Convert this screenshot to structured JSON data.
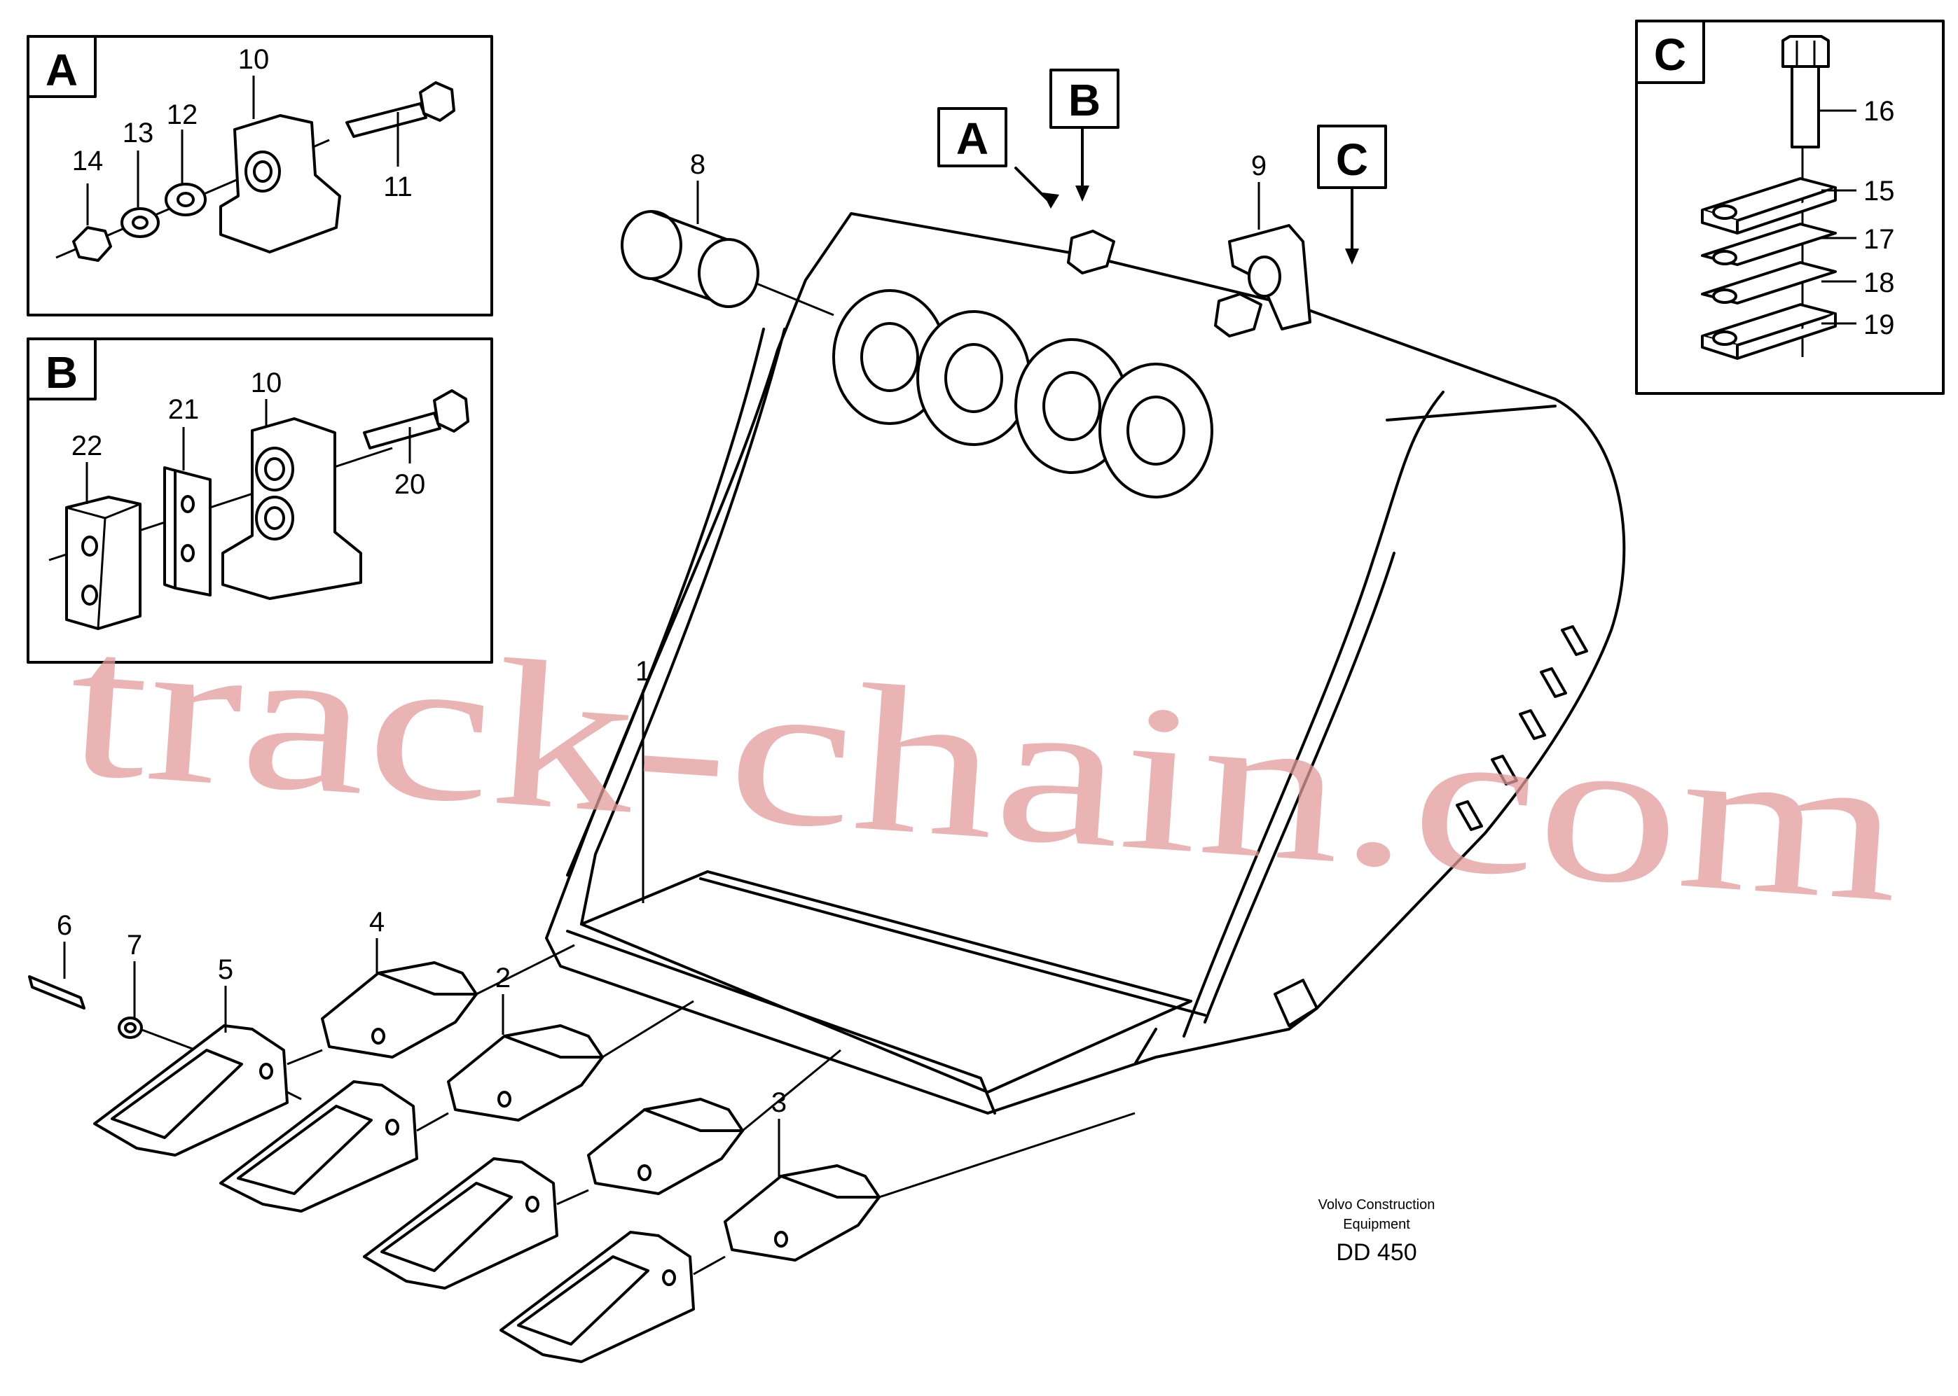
{
  "watermark": "track-chain.com",
  "caption": {
    "line1": "Volvo Construction",
    "line2": "Equipment",
    "code": "DD 450"
  },
  "detail_boxes": {
    "A": "A",
    "B": "B",
    "C": "C"
  },
  "callout_markers": {
    "A": "A",
    "B": "B",
    "C": "C"
  },
  "part_numbers": {
    "p1": "1",
    "p2": "2",
    "p3": "3",
    "p4": "4",
    "p5": "5",
    "p6": "6",
    "p7": "7",
    "p8": "8",
    "p9": "9",
    "p10a": "10",
    "p10b": "10",
    "p11": "11",
    "p12": "12",
    "p13": "13",
    "p14": "14",
    "p15": "15",
    "p16": "16",
    "p17": "17",
    "p18": "18",
    "p19": "19",
    "p20": "20",
    "p21": "21",
    "p22": "22"
  }
}
